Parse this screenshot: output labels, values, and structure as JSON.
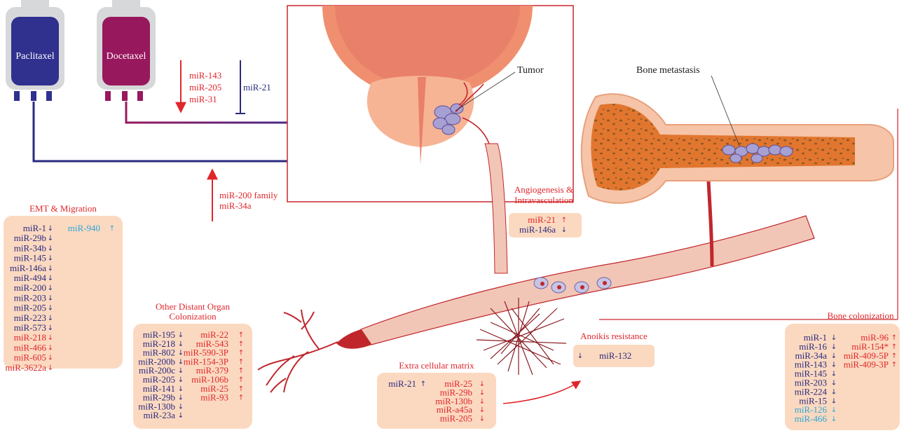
{
  "colors": {
    "red": "#e0262b",
    "navy": "#2a2a80",
    "cyan": "#2aa7d8",
    "box_fill": "#fbd9c0",
    "paclitaxel_bag": "#30308f",
    "docetaxel_bag": "#98185e",
    "vessel_fill": "#f2c6b7",
    "vessel_edge": "#c0272d"
  },
  "icons": {
    "up": "arrow-up-icon",
    "down": "arrow-down-icon"
  },
  "drugs": {
    "paclitaxel": "Paclitaxel",
    "docetaxel": "Docetaxel"
  },
  "drug_mirnas": {
    "down": [
      "miR-143",
      "miR-205",
      "miR-31"
    ],
    "inhibit": "miR-21",
    "up": [
      "miR-200 family",
      "miR-34a"
    ]
  },
  "labels": {
    "tumor": "Tumor",
    "bone_metastasis": "Bone metastasis"
  },
  "panels": {
    "emt": {
      "title": "EMT & Migration",
      "col1": [
        {
          "name": "miR-1",
          "dir": "down",
          "color": "navy"
        },
        {
          "name": "miR-29b",
          "dir": "down",
          "color": "navy"
        },
        {
          "name": "miR-34b",
          "dir": "down",
          "color": "navy"
        },
        {
          "name": "miR-145",
          "dir": "down",
          "color": "navy"
        },
        {
          "name": "miR-146a",
          "dir": "down",
          "color": "navy"
        },
        {
          "name": "miR-494",
          "dir": "down",
          "color": "navy"
        },
        {
          "name": "miR-200",
          "dir": "down",
          "color": "navy"
        },
        {
          "name": "miR-203",
          "dir": "down",
          "color": "navy"
        },
        {
          "name": "miR-205",
          "dir": "down",
          "color": "navy"
        },
        {
          "name": "miR-223",
          "dir": "down",
          "color": "navy"
        },
        {
          "name": "miR-573",
          "dir": "down",
          "color": "navy"
        },
        {
          "name": "miR-218",
          "dir": "down",
          "color": "red"
        },
        {
          "name": "miR-466",
          "dir": "down",
          "color": "red"
        },
        {
          "name": "miR-605",
          "dir": "down",
          "color": "red"
        },
        {
          "name": "miR-3622a",
          "dir": "down",
          "color": "red"
        }
      ],
      "col2": [
        {
          "name": "miR-940",
          "dir": "up",
          "color": "cyan"
        }
      ]
    },
    "angio": {
      "title": "Angiogenesis &",
      "title2": "Intravasculation",
      "col1": [
        {
          "name": "miR-21",
          "dir": "up",
          "color": "red"
        },
        {
          "name": "miR-146a",
          "dir": "down",
          "color": "navy"
        }
      ]
    },
    "other": {
      "title": "Other Distant Organ",
      "title2": "Colonization",
      "col1": [
        {
          "name": "miR-195",
          "dir": "down",
          "color": "navy"
        },
        {
          "name": "miR-218",
          "dir": "down",
          "color": "navy"
        },
        {
          "name": "miR-802",
          "dir": "down",
          "color": "navy"
        },
        {
          "name": "miR-200b",
          "dir": "down",
          "color": "navy"
        },
        {
          "name": "miR-200c",
          "dir": "down",
          "color": "navy"
        },
        {
          "name": "miR-205",
          "dir": "down",
          "color": "navy"
        },
        {
          "name": "miR-141",
          "dir": "down",
          "color": "navy"
        },
        {
          "name": "miR-29b",
          "dir": "down",
          "color": "navy"
        },
        {
          "name": "miR-130b",
          "dir": "down",
          "color": "navy"
        },
        {
          "name": "miR-23a",
          "dir": "down",
          "color": "navy"
        }
      ],
      "col2": [
        {
          "name": "miR-22",
          "dir": "up",
          "color": "red"
        },
        {
          "name": "miR-543",
          "dir": "up",
          "color": "red"
        },
        {
          "name": "miR-590-3P",
          "dir": "up",
          "color": "red"
        },
        {
          "name": "miR-154-3P",
          "dir": "up",
          "color": "red"
        },
        {
          "name": "miR-379",
          "dir": "up",
          "color": "red"
        },
        {
          "name": "miR-106b",
          "dir": "up",
          "color": "red"
        },
        {
          "name": "miR-25",
          "dir": "up",
          "color": "red"
        },
        {
          "name": "miR-93",
          "dir": "up",
          "color": "red"
        }
      ]
    },
    "ecm": {
      "title": "Extra cellular matrix",
      "col1": [
        {
          "name": "miR-21",
          "dir": "up",
          "color": "navy"
        }
      ],
      "col2": [
        {
          "name": "miR-25",
          "dir": "down",
          "color": "red"
        },
        {
          "name": "miR-29b",
          "dir": "down",
          "color": "red"
        },
        {
          "name": "miR-130b",
          "dir": "down",
          "color": "red"
        },
        {
          "name": "miR-a45a",
          "dir": "down",
          "color": "red"
        },
        {
          "name": "miR-205",
          "dir": "down",
          "color": "red"
        }
      ]
    },
    "anoikis": {
      "title": "Anoikis resistance",
      "col1": [
        {
          "name": "miR-132",
          "dir": "down",
          "color": "navy"
        }
      ]
    },
    "bone": {
      "title": "Bone colonization",
      "col1": [
        {
          "name": "miR-1",
          "dir": "down",
          "color": "navy"
        },
        {
          "name": "miR-16",
          "dir": "down",
          "color": "navy"
        },
        {
          "name": "miR-34a",
          "dir": "down",
          "color": "navy"
        },
        {
          "name": "miR-143",
          "dir": "down",
          "color": "navy"
        },
        {
          "name": "miR-145",
          "dir": "down",
          "color": "navy"
        },
        {
          "name": "miR-203",
          "dir": "down",
          "color": "navy"
        },
        {
          "name": "miR-224",
          "dir": "down",
          "color": "navy"
        },
        {
          "name": "miR-15",
          "dir": "down",
          "color": "navy"
        },
        {
          "name": "miR-126",
          "dir": "down",
          "color": "cyan"
        },
        {
          "name": "miR-466",
          "dir": "down",
          "color": "cyan"
        }
      ],
      "col2": [
        {
          "name": "miR-96",
          "dir": "up",
          "color": "red"
        },
        {
          "name": "miR-154*",
          "dir": "up",
          "color": "red"
        },
        {
          "name": "miR-409-5P",
          "dir": "up",
          "color": "red"
        },
        {
          "name": "miR-409-3P",
          "dir": "up",
          "color": "red"
        }
      ]
    }
  }
}
